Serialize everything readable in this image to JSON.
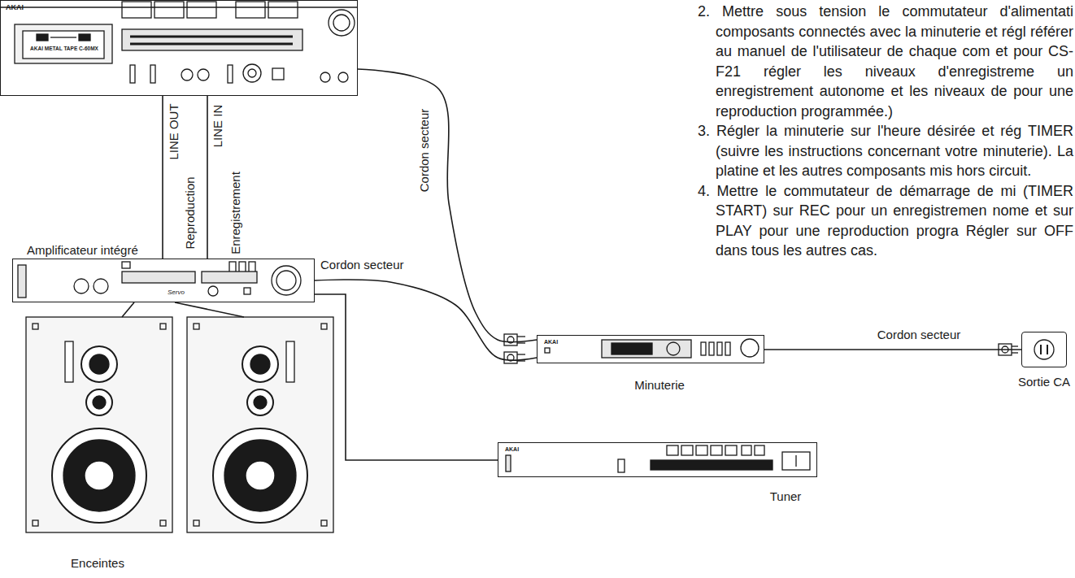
{
  "diagram": {
    "nodes": [
      {
        "text": [
          "AKAI",
          "AKAI METAL TAPE C-60MX"
        ]
      },
      {
        "text": [
          "Amplificateur intégré",
          "Servo"
        ]
      },
      {
        "text": [
          "Enceintes"
        ]
      },
      {
        "text": [
          "AKAI",
          "Minuterie"
        ]
      },
      {
        "text": [
          "Sortie CA"
        ]
      },
      {
        "text": [
          "AKAI",
          "Tuner"
        ]
      }
    ],
    "edges": [
      {
        "from": 0,
        "to": 1,
        "label": "Reproduction",
        "arrow": "none"
      },
      {
        "from": 0,
        "to": 1,
        "label": "Enregistrement",
        "arrow": "none"
      },
      {
        "from": 0,
        "to": 3,
        "label": "Cordon secteur",
        "arrow": "none"
      },
      {
        "from": 1,
        "to": 3,
        "label": "Cordon secteur",
        "arrow": "none"
      },
      {
        "from": 3,
        "to": 4,
        "label": "Cordon secteur",
        "arrow": "none"
      },
      {
        "from": 1,
        "to": 2,
        "arrow": "none"
      },
      {
        "from": 1,
        "to": 2,
        "arrow": "none"
      },
      {
        "from": 1,
        "to": 5,
        "arrow": "none"
      }
    ],
    "labels": [
      "LINE OUT",
      "LINE IN",
      "2. Mettre sous tension le commutateur d'alimentati composants connectés avec la minuterie et régl référer au manuel de l'utilisateur de chaque com et pour CS-F21 régler les niveaux d'enregistreme un enregistrement autonome et les niveaux de pour une reproduction programmée.)",
      "3. Régler la minuterie sur l'heure désirée et rég TIMER (suivre les instructions concernant votre minuterie). La platine et les autres composants mis hors circuit.",
      "4. Mettre le commutateur de démarrage de mi (TIMER START) sur REC pour un enregistremen nome et sur PLAY pour une reproduction progra Régler sur OFF dans tous les autres cas."
    ]
  }
}
